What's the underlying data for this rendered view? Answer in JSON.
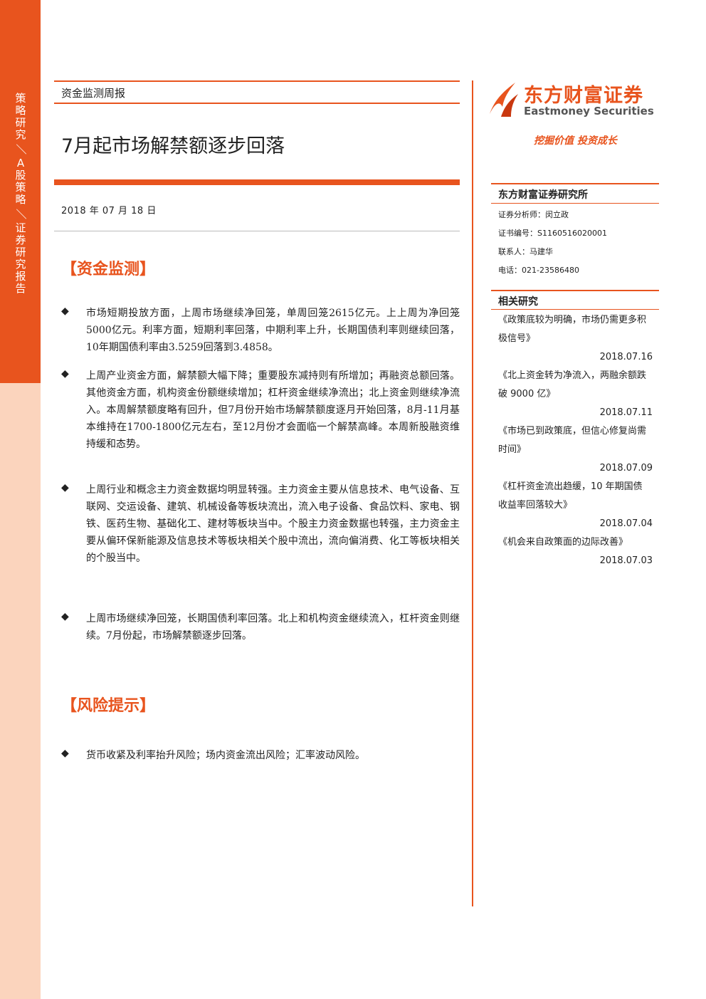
{
  "sidebar": {
    "text_parts": [
      "策略研究",
      "／",
      "A股策略",
      "／",
      "证券研究报告"
    ]
  },
  "header": {
    "report_type": "资金监测周报",
    "title": "7月起市场解禁额逐步回落",
    "date": "2018 年 07 月 18 日"
  },
  "logo": {
    "cn": "东方财富证券",
    "en": "Eastmoney Securities",
    "slogan": "挖掘价值 投资成长"
  },
  "institute": {
    "name": "东方财富证券研究所",
    "analyst": "证券分析师：闵立政",
    "cert": "证书编号：S1160516020001",
    "contact": "联系人：马建华",
    "phone": "电话：021-23586480"
  },
  "related": {
    "title": "相关研究",
    "items": [
      {
        "title": "《政策底较为明确，市场仍需更多积极信号》",
        "date": "2018.07.16"
      },
      {
        "title": "《北上资金转为净流入，两融余额跌破 9000 亿》",
        "date": "2018.07.11"
      },
      {
        "title": "《市场已到政策底，但信心修复尚需时间》",
        "date": "2018.07.09"
      },
      {
        "title": "《杠杆资金流出趋缓，10 年期国债收益率回落较大》",
        "date": "2018.07.04"
      },
      {
        "title": "《机会来自政策面的边际改善》",
        "date": "2018.07.03"
      }
    ]
  },
  "sections": {
    "monitor": {
      "heading": "【资金监测】",
      "bullets": [
        "市场短期投放方面，上周市场继续净回笼，单周回笼2615亿元。上上周为净回笼5000亿元。利率方面，短期利率回落，中期利率上升，长期国债利率则继续回落，10年期国债利率由3.5259回落到3.4858。",
        "上周产业资金方面，解禁额大幅下降；重要股东减持则有所增加；再融资总额回落。其他资金方面，机构资金份额继续增加；杠杆资金继续净流出；北上资金则继续净流入。本周解禁额度略有回升，但7月份开始市场解禁额度逐月开始回落，8月-11月基本维持在1700-1800亿元左右，至12月份才会面临一个解禁高峰。本周新股融资维持缓和态势。",
        "上周行业和概念主力资金数据均明显转强。主力资金主要从信息技术、电气设备、互联网、交运设备、建筑、机械设备等板块流出，流入电子设备、食品饮料、家电、钢铁、医药生物、基础化工、建材等板块当中。个股主力资金数据也转强，主力资金主要从偏环保新能源及信息技术等板块相关个股中流出，流向偏消费、化工等板块相关的个股当中。",
        "上周市场继续净回笼，长期国债利率回落。北上和机构资金继续流入，杠杆资金则继续。7月份起，市场解禁额逐步回落。"
      ]
    },
    "risk": {
      "heading": "【风险提示】",
      "bullets": [
        "货币收紧及利率抬升风险；场内资金流出风险；汇率波动风险。"
      ]
    }
  },
  "bullet_symbol": "◆"
}
